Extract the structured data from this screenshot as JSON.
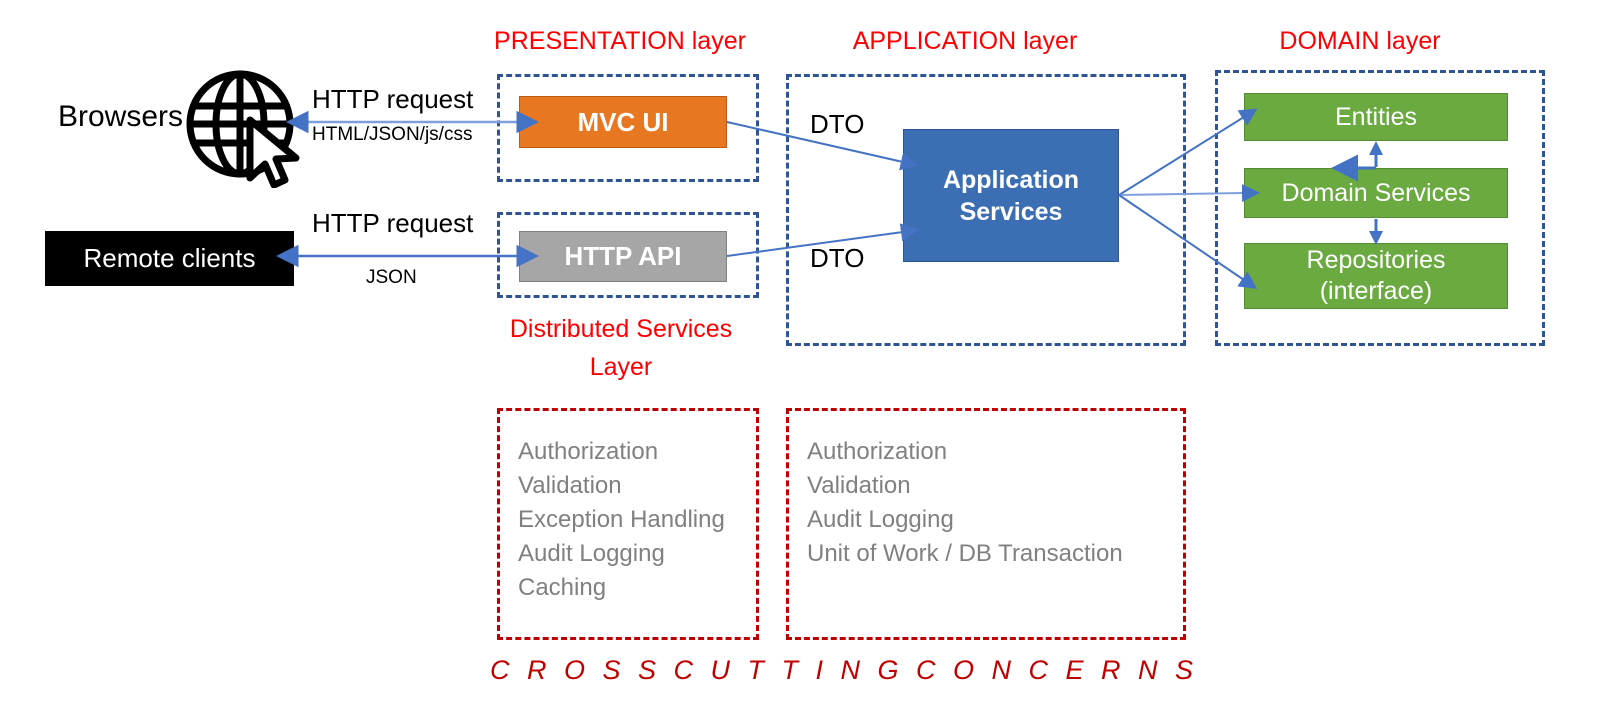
{
  "diagram": {
    "title_presentation": "PRESENTATION layer",
    "title_application": "APPLICATION layer",
    "title_domain": "DOMAIN layer",
    "title_distributed": "Distributed Services\nLayer",
    "distributed_line1": "Distributed Services",
    "distributed_line2": "Layer",
    "cross_cutting_caption": "C R O S S   C U T T I N G   C O N C E R N S"
  },
  "actors": {
    "browsers": "Browsers",
    "browsers_icon": "globe-cursor-icon",
    "remote_clients": "Remote clients"
  },
  "edges": {
    "http_request_top": "HTTP request",
    "payload_top": "HTML/JSON/js/css",
    "http_request_bottom": "HTTP request",
    "payload_bottom": "JSON",
    "dto_top": "DTO",
    "dto_bottom": "DTO"
  },
  "nodes": {
    "mvc_ui": "MVC UI",
    "http_api": "HTTP API",
    "application_services_line1": "Application",
    "application_services_line2": "Services",
    "entities": "Entities",
    "domain_services": "Domain Services",
    "repositories_line1": "Repositories",
    "repositories_line2": "(interface)"
  },
  "cross_cutting": {
    "presentation_concerns": [
      "Authorization",
      "Validation",
      "Exception Handling",
      "Audit Logging",
      "Caching"
    ],
    "application_concerns": [
      "Authorization",
      "Validation",
      "Audit Logging",
      "Unit of Work / DB Transaction"
    ]
  },
  "colors": {
    "layer_title": "#FF0000",
    "layer_border": "#2E5396",
    "cross_cutting_border": "#C00000",
    "mvc_ui": "#E87722",
    "http_api": "#A6A6A6",
    "application_services": "#3C6EB4",
    "domain_nodes": "#6AAA41",
    "remote_clients": "#000000",
    "arrow": "#4472C4",
    "concern_text": "#808080"
  }
}
